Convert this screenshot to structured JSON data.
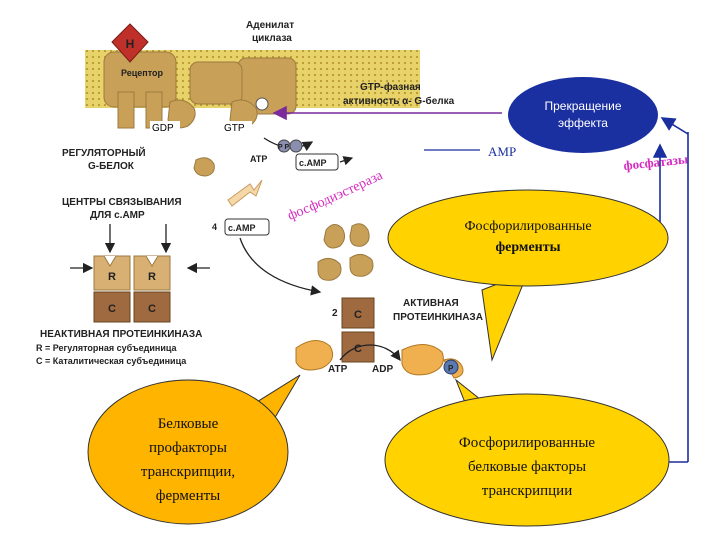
{
  "colors": {
    "membrane": "#e8d26a",
    "protein": "#c8a058",
    "protein_dark": "#9c7a40",
    "receptor_tag": "#c0302a",
    "purple_arrow": "#7a2a9a",
    "magenta": "#d62bc0",
    "callout_yellow": "#ffd200",
    "callout_orange": "#ffb400",
    "callout_blue": "#1a2fa0",
    "stop_yellow": "#ffee00",
    "cAMP_badge": "#ffffff",
    "catalytic": "#a06a40"
  },
  "labels": {
    "receptor_tag": "H",
    "receptor": "Рецептор",
    "adenylate_cyclase": [
      "Аденилат",
      "циклаза"
    ],
    "gdp": "GDP",
    "gtp": "GTP",
    "gtpase": [
      "GTP-фазная",
      "активность α- G-белка"
    ],
    "regulatory_g": [
      "РЕГУЛЯТОРНЫЙ",
      "G-БЕЛОК"
    ],
    "atp": "ATP",
    "camp": "c.AMP",
    "camp_4": "c.AMP",
    "four": "4",
    "pp": "P P",
    "binding_centers": [
      "ЦЕНТРЫ СВЯЗЫВАНИЯ",
      "ДЛЯ c.AMP"
    ],
    "r": "R",
    "c": "C",
    "inactive_pk": "НЕАКТИВНАЯ ПРОТЕИНКИНАЗА",
    "r_def": "R = Регуляторная субъединица",
    "c_def": "C = Каталитическая субъединица",
    "active_pk": [
      "АКТИВНАЯ",
      "ПРОТЕИНКИНАЗА"
    ],
    "two": "2",
    "atp2": "ATP",
    "adp": "ADP",
    "p": "P",
    "amp": "AMP",
    "phosphodiesterase": "фосфодиэстераза",
    "phosphatases": "фосфатазы",
    "stop_effect": [
      "Прекращение",
      "эффекта"
    ],
    "callout_enzymes": [
      "Фосфорилированные",
      "ферменты"
    ],
    "callout_factors": [
      "Белковые",
      "профакторы",
      "транскрипции,",
      "ферменты"
    ],
    "callout_phospho_factors": [
      "Фосфорилированные",
      "белковые факторы",
      "транскрипции"
    ]
  }
}
